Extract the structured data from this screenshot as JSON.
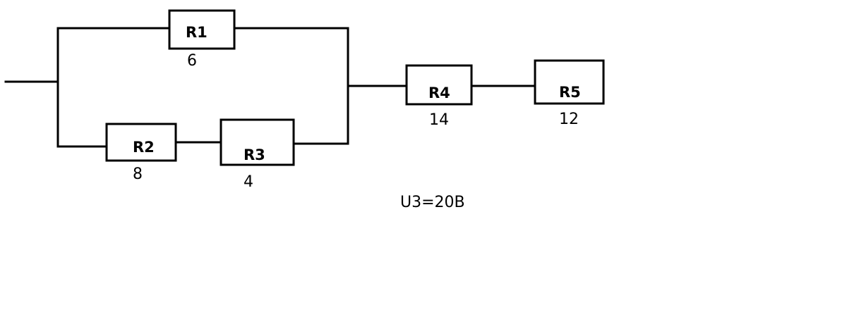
{
  "resistors": {
    "r1": {
      "name": "R1",
      "value": "6"
    },
    "r2": {
      "name": "R2",
      "value": "8"
    },
    "r3": {
      "name": "R3",
      "value": "4"
    },
    "r4": {
      "name": "R4",
      "value": "14"
    },
    "r5": {
      "name": "R5",
      "value": "12"
    }
  },
  "given": "U3=20B"
}
